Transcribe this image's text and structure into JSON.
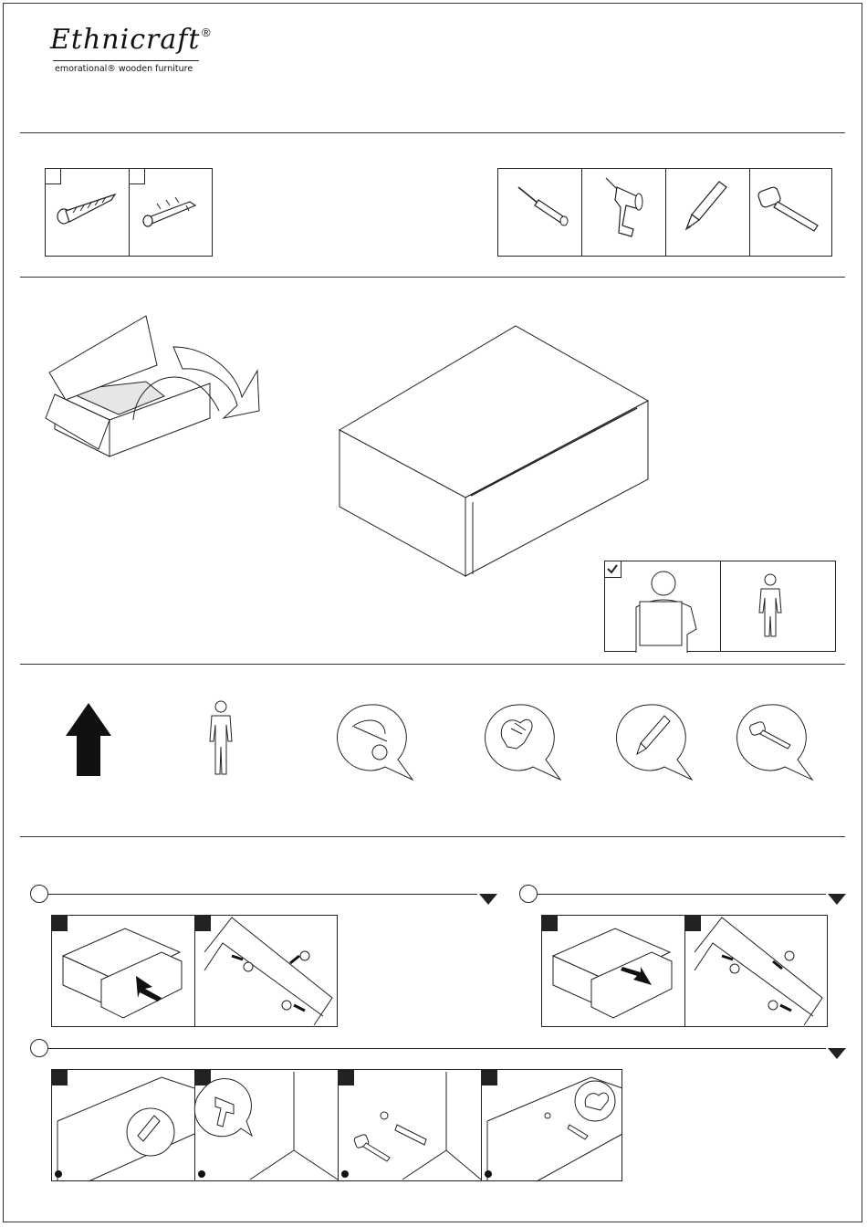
{
  "brand": {
    "name": "Ethnicraft",
    "registered_mark": "®",
    "tagline": "emorational® wooden furniture"
  },
  "parts": [
    {
      "icon": "screw-icon"
    },
    {
      "icon": "wall-plug-icon"
    }
  ],
  "tools": [
    {
      "icon": "screwdriver-icon"
    },
    {
      "icon": "drill-icon"
    },
    {
      "icon": "pencil-icon"
    },
    {
      "icon": "hammer-icon"
    }
  ],
  "persons": [
    {
      "icon": "two-person-check-icon",
      "checked": true
    },
    {
      "icon": "single-person-icon",
      "checked": false
    }
  ],
  "legend": [
    {
      "icon": "up-arrow-icon"
    },
    {
      "icon": "person-icon"
    },
    {
      "icon": "screw-turn-bubble-icon"
    },
    {
      "icon": "hand-tighten-bubble-icon"
    },
    {
      "icon": "pencil-bubble-icon"
    },
    {
      "icon": "hammer-bubble-icon"
    }
  ],
  "steps": [
    {
      "id": "step-1",
      "panels": 2
    },
    {
      "id": "step-2",
      "panels": 2
    },
    {
      "id": "step-3",
      "panels": 4
    }
  ]
}
